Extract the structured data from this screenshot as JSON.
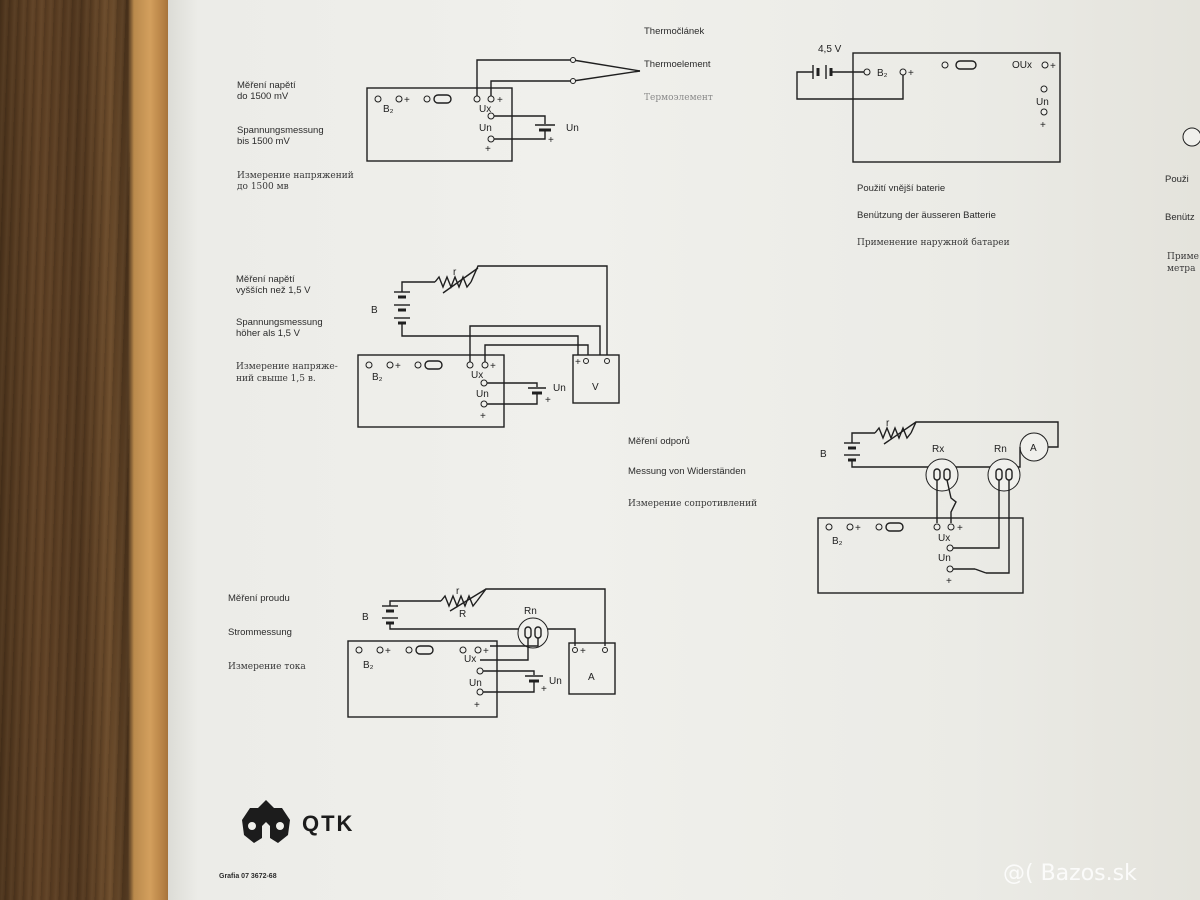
{
  "sections": {
    "thermo": {
      "labels": [
        "Měření napětí",
        "do 1500 mV",
        "Spannungsmessung",
        "bis 1500 mV",
        "Измерение напряжений",
        "до 1500 мв"
      ],
      "thermo_labels": [
        "Thermočlánek",
        "Thermoelement",
        "Термоэлемент"
      ],
      "b2": "B₂",
      "ux": "Ux",
      "un": "Un",
      "un_src": "Un"
    },
    "battery": {
      "voltage": "4,5 V",
      "b2": "B₂",
      "ux": "OUx",
      "un": "Un",
      "labels": [
        "Použití vnější baterie",
        "Benützung der äusseren Batterie",
        "Применение наружной батареи"
      ]
    },
    "high_voltage": {
      "labels": [
        "Měření napětí",
        "vyšších než 1,5 V",
        "Spannungsmessung",
        "höher als 1,5 V",
        "Измерение напряже-",
        "ний свыше 1,5 в."
      ],
      "b": "B",
      "r": "r",
      "b2": "B₂",
      "ux": "Ux",
      "un": "Un",
      "un_src": "Un",
      "meter": "V"
    },
    "resistance": {
      "labels": [
        "Měření odporů",
        "Messung von Widerständen",
        "Измерение сопротивлений"
      ],
      "b": "B",
      "r": "r",
      "rx": "Rx",
      "rn": "Rn",
      "meter": "A",
      "b2": "B₂",
      "ux": "Ux",
      "un": "Un"
    },
    "current": {
      "labels": [
        "Měření proudu",
        "Strommessung",
        "Измерение тока"
      ],
      "b": "B",
      "r": "r",
      "R": "R",
      "rn": "Rn",
      "b2": "B₂",
      "ux": "Ux",
      "un": "Un",
      "un_src": "Un",
      "meter": "A"
    },
    "right_edge": {
      "labels": [
        "Použi",
        "Benütz",
        "Приме",
        "метра"
      ]
    }
  },
  "logo": {
    "text": "QTK"
  },
  "footer": {
    "code": "Grafia 07 3672-68"
  },
  "watermark": {
    "text": "@( Bazos.sk"
  }
}
